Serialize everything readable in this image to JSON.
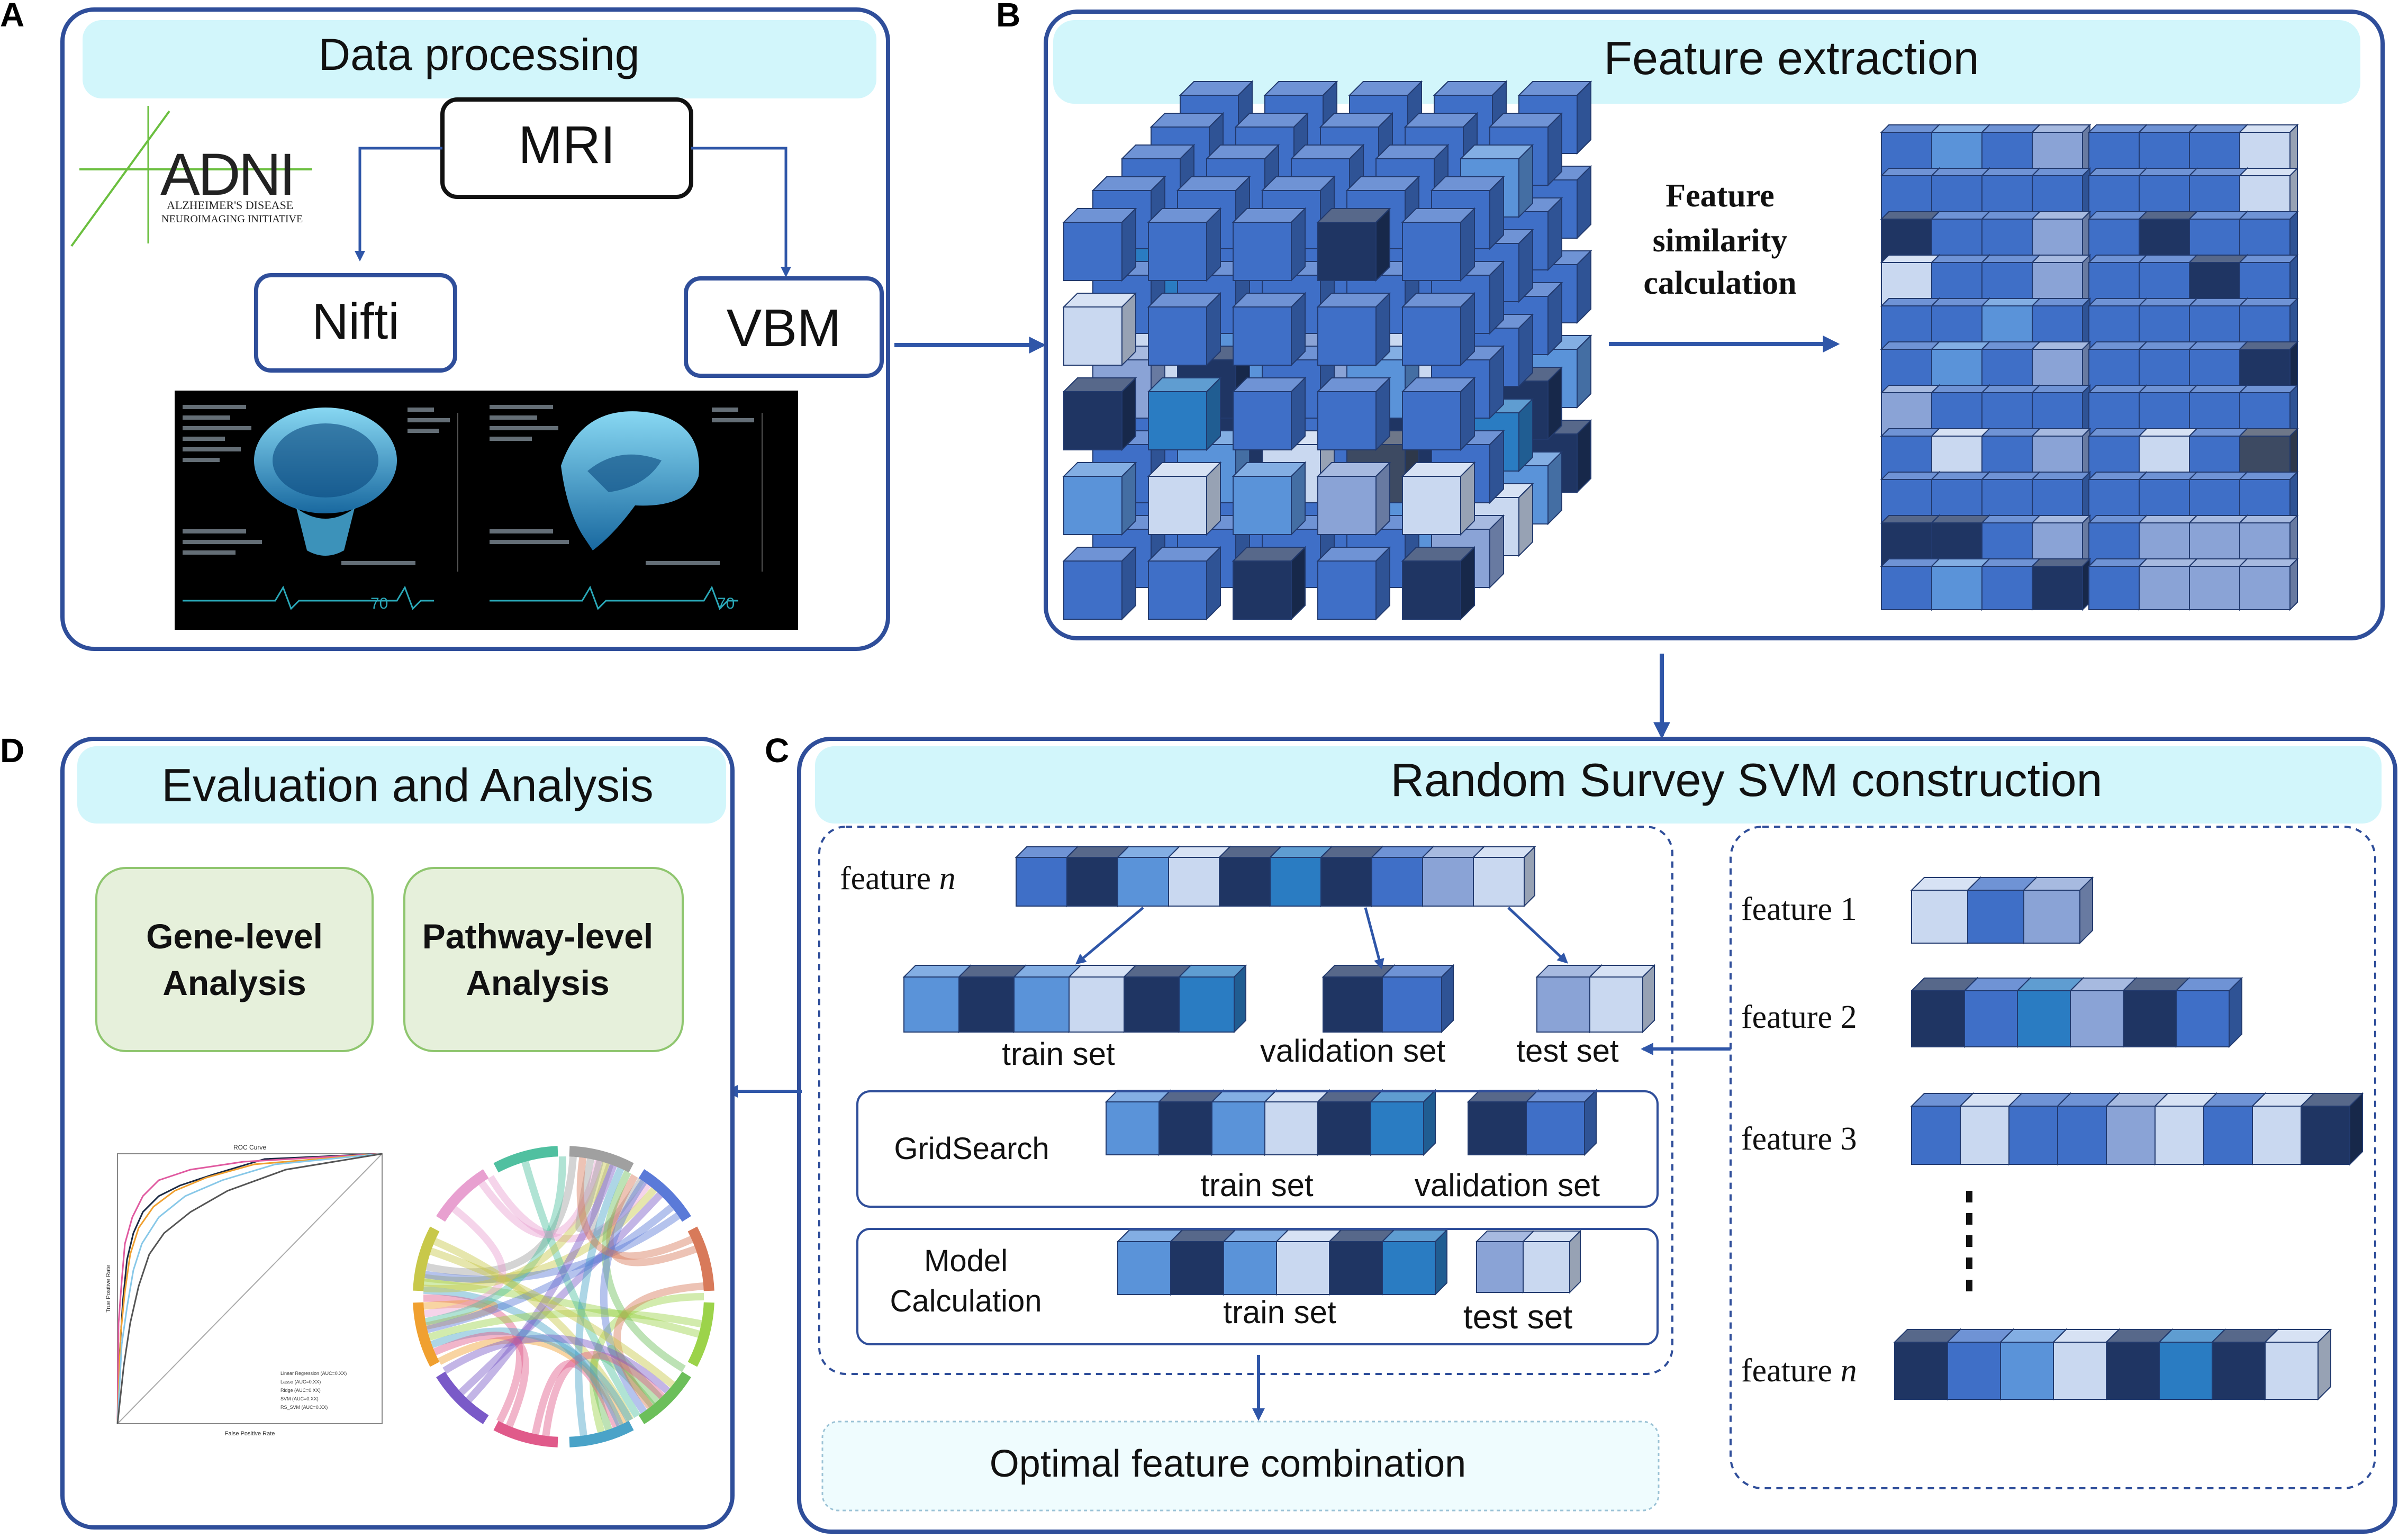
{
  "panels": {
    "A": {
      "letter": "A",
      "title": "Data processing",
      "logo": "ADNI",
      "logo_sub1": "ALZHEIMER'S DISEASE",
      "logo_sub2": "NEUROIMAGING INITIATIVE",
      "root": "MRI",
      "left": "Nifti",
      "right": "VBM",
      "scan_value1": "70",
      "scan_value2": "70"
    },
    "B": {
      "letter": "B",
      "title": "Feature extraction",
      "arrow_label": [
        "Feature",
        "similarity",
        "calculation"
      ]
    },
    "C": {
      "letter": "C",
      "title": "Random Survey SVM construction",
      "feature_n_prefix": "feature ",
      "feature_n_var": "n",
      "train_set": "train set",
      "validation_set": "validation set",
      "test_set": "test set",
      "gridsearch": "GridSearch",
      "model_calc": [
        "Model",
        "Calculation"
      ],
      "optimal": "Optimal feature combination",
      "features": [
        "feature 1",
        "feature 2",
        "feature 3"
      ],
      "feature_last_prefix": "feature ",
      "feature_last_var": "n"
    },
    "D": {
      "letter": "D",
      "title": "Evaluation and Analysis",
      "gene": [
        "Gene-level",
        "Analysis"
      ],
      "pathway": [
        "Pathway-level",
        "Analysis"
      ],
      "roc_title": "ROC Curve",
      "roc_xlabel": "False Positive Rate",
      "roc_ylabel": "True Positive Rate",
      "roc_legend": [
        "Linear Regression (AUC=0.XX)",
        "Lasso (AUC=0.XX)",
        "Ridge (AUC=0.XX)",
        "SVM (AUC=0.XX)",
        "RS_SVM (AUC=0.XX)"
      ]
    }
  },
  "colors": {
    "panel_border": "#2f4e9a",
    "title_bar": "#d2f6fb",
    "cube_base": "#3f6fc7",
    "cube_dark": "#1f3563",
    "cube_light": "#c9d8f0",
    "arrow": "#2f56a8",
    "green_box": "#e6f0db",
    "green_border": "#8fc66f"
  }
}
